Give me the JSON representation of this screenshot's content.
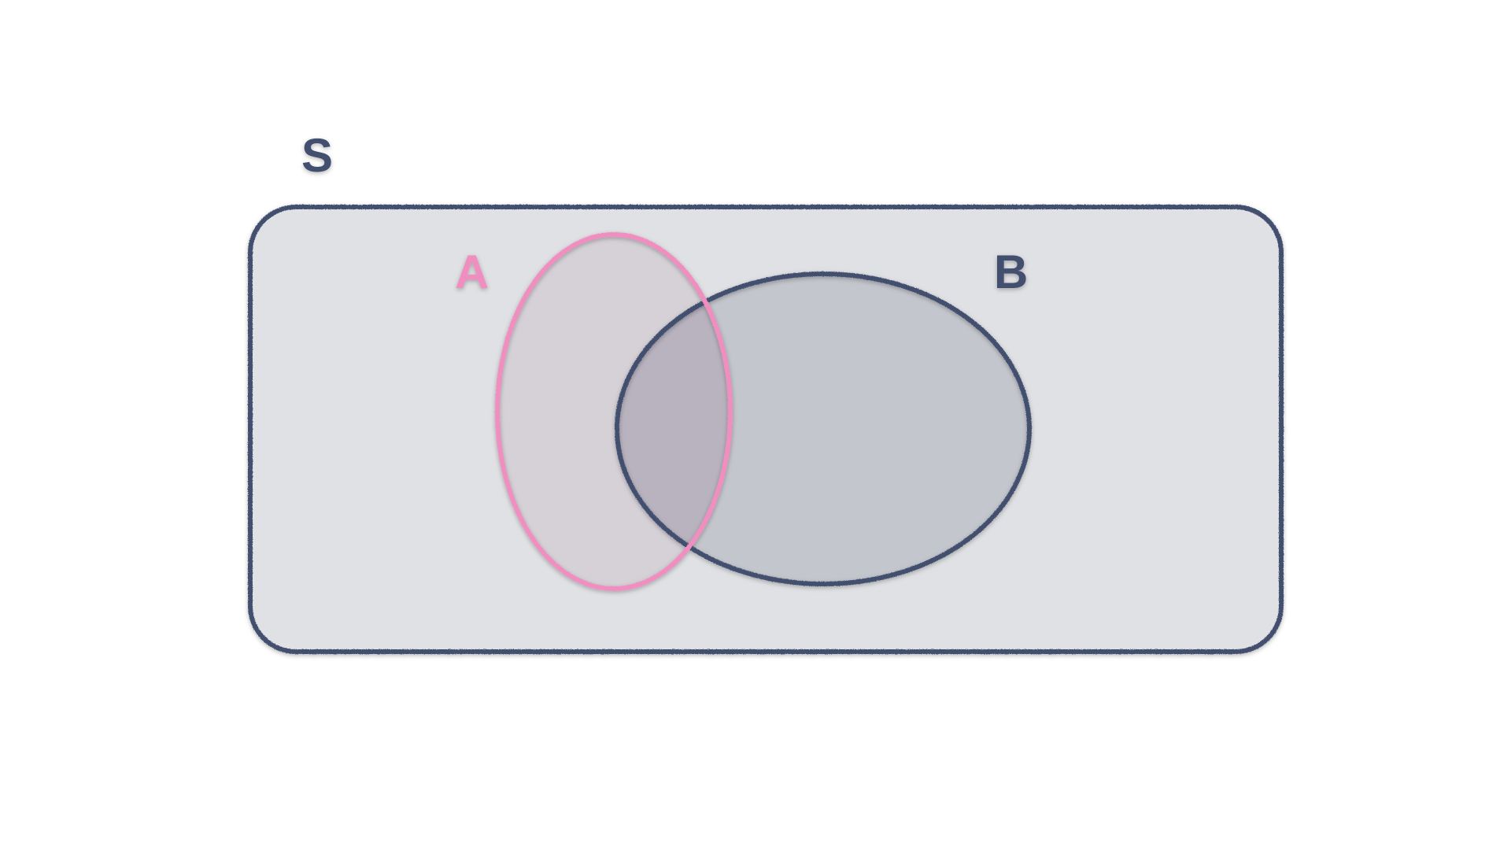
{
  "diagram": {
    "type": "venn",
    "universe": {
      "label": "S",
      "fill_color": "#e0e1e4",
      "stroke_color": "#434f6e"
    },
    "sets": [
      {
        "id": "A",
        "label": "A",
        "fill_color": "#d5d1d7",
        "stroke_color": "#f08fbf"
      },
      {
        "id": "B",
        "label": "B",
        "fill_color": "#c4c6cd",
        "stroke_color": "#434f6e"
      }
    ],
    "intersection": {
      "sets": [
        "A",
        "B"
      ],
      "fill_color": "#b8b3bf"
    },
    "colors": {
      "label_dark": "#434f6e",
      "label_pink": "#f08fbf"
    }
  }
}
